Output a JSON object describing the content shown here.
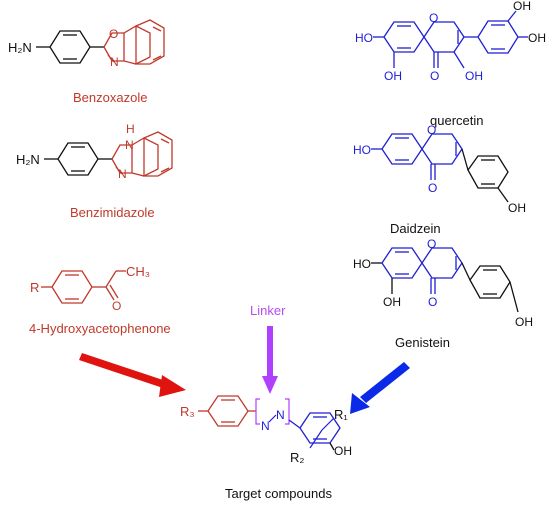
{
  "colors": {
    "red": "#c0392b",
    "blue": "#1f1fd6",
    "black": "#111111",
    "purple": "#b44cf0",
    "arrow_red": "#e0140f",
    "arrow_blue": "#0a2ae8",
    "arrow_purple": "#b040ff"
  },
  "compounds": {
    "benzoxazole": {
      "name": "Benzoxazole",
      "amine": "H₂N",
      "o": "O",
      "n": "N"
    },
    "benzimidazole": {
      "name": "Benzimidazole",
      "amine": "H₂N",
      "nh": "H",
      "n1": "N",
      "n2": "N"
    },
    "acetophenone": {
      "name": "4-Hydroxyacetophenone",
      "r": "R",
      "ch3": "CH₃",
      "o": "O"
    },
    "quercetin": {
      "name": "quercetin",
      "oh1": "HO",
      "oh2": "OH",
      "oh3": "OH",
      "oh4": "OH",
      "oh5": "OH",
      "o_ring": "O",
      "o_keto": "O"
    },
    "daidzein": {
      "name": "Daidzein",
      "oh1": "HO",
      "oh2": "OH",
      "o_ring": "O",
      "o_keto": "O"
    },
    "genistein": {
      "name": "Genistein",
      "oh1": "HO",
      "oh2": "OH",
      "oh3": "OH",
      "o_ring": "O",
      "o_keto": "O"
    }
  },
  "linker": {
    "name": "Linker"
  },
  "target": {
    "title": "Target compounds",
    "r3": "R₃",
    "n1": "N",
    "n2": "N",
    "r1": "R₁",
    "r2": "R₂",
    "oh": "OH"
  }
}
